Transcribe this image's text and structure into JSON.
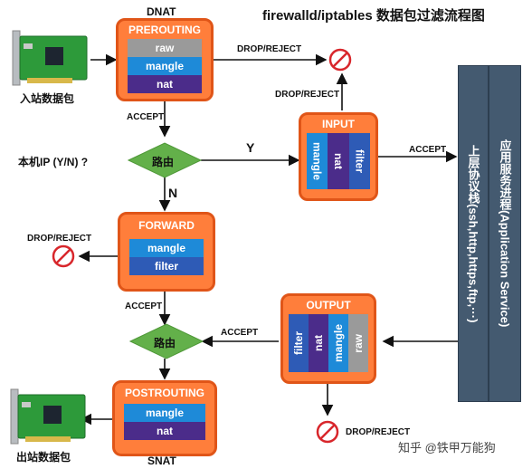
{
  "title": "firewalld/iptables 数据包过滤流程图",
  "incoming_label": "入站数据包",
  "outgoing_label": "出站数据包",
  "dnat_label": "DNAT",
  "snat_label": "SNAT",
  "decision_label": "本机IP (Y/N) ?",
  "yes_label": "Y",
  "no_label": "N",
  "chains": {
    "prerouting": {
      "title": "PREROUTING",
      "tables": [
        "raw",
        "mangle",
        "nat"
      ]
    },
    "input": {
      "title": "INPUT",
      "tables": [
        "mangle",
        "nat",
        "filter"
      ]
    },
    "forward": {
      "title": "FORWARD",
      "tables": [
        "mangle",
        "filter"
      ]
    },
    "output": {
      "title": "OUTPUT",
      "tables": [
        "filter",
        "nat",
        "mangle",
        "raw"
      ]
    },
    "postrouting": {
      "title": "POSTROUTING",
      "tables": [
        "mangle",
        "nat"
      ]
    }
  },
  "routing": {
    "top": "路由",
    "bottom": "路由"
  },
  "flow_labels": {
    "accept_prerouting": "ACCEPT",
    "accept_input": "ACCEPT",
    "accept_forward": "ACCEPT",
    "accept_output": "ACCEPT",
    "drop_prerouting": "DROP/REJECT",
    "drop_input": "DROP/REJECT",
    "drop_forward": "DROP/REJECT",
    "drop_output": "DROP/REJECT"
  },
  "panels": {
    "protocol_stack": "上层协议栈(ssh,http,https,ftp,···)",
    "app_process": "应用服务进程(Application Service)"
  },
  "watermark": "知乎 @铁甲万能狗",
  "colors": {
    "chain_fill": "#ff7e3b",
    "chain_border": "#e05518",
    "raw": "#9a9a9a",
    "mangle": "#1e8ad8",
    "nat": "#4b2c8a",
    "filter": "#2e5bb6",
    "routing_diamond": "#63b04a",
    "panel": "#445a70",
    "drop_icon": "#d8262b"
  }
}
